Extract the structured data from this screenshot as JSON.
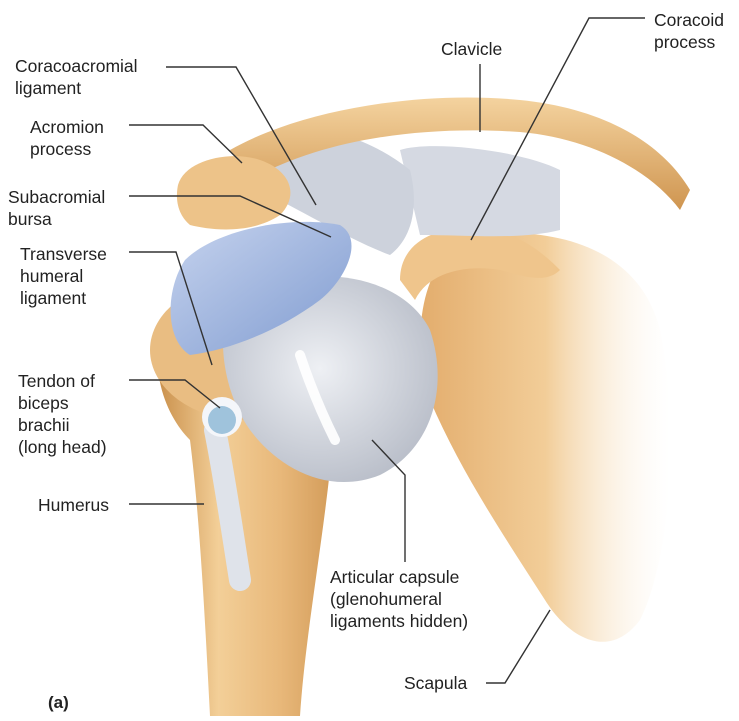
{
  "figure": {
    "sublabel": "(a)",
    "colors": {
      "bone": "#e8b87a",
      "bone_dark": "#c98f4a",
      "bone_light": "#f6d7a8",
      "ligament": "#c9ced8",
      "ligament_light": "#e4e7ee",
      "bursa": "#8ea8d6",
      "bursa_light": "#b9c9e8",
      "capsule": "#d3d6de",
      "leader": "#333333"
    }
  },
  "labels": {
    "coracoacromial": [
      "Coracoacromial",
      "ligament"
    ],
    "acromion": [
      "Acromion",
      "process"
    ],
    "subacromial": [
      "Subacromial",
      "bursa"
    ],
    "transverse": [
      "Transverse",
      "humeral",
      "ligament"
    ],
    "tendon": [
      "Tendon of",
      "biceps",
      "brachii",
      "(long head)"
    ],
    "humerus": [
      "Humerus"
    ],
    "clavicle": [
      "Clavicle"
    ],
    "coracoid": [
      "Coracoid",
      "process"
    ],
    "capsule": [
      "Articular capsule",
      "(glenohumeral",
      "ligaments hidden)"
    ],
    "scapula": [
      "Scapula"
    ]
  }
}
